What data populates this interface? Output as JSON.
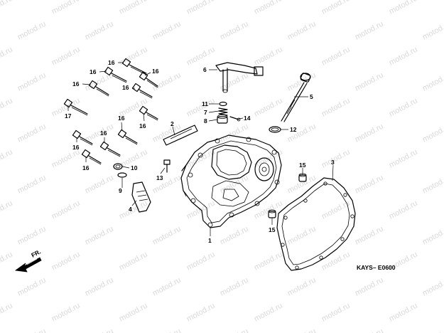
{
  "diagram": {
    "watermark_text": "motod.ru",
    "reference_code": "KAYS– E0600",
    "direction_label": "FR.",
    "callouts": [
      {
        "key": "c16a",
        "text": "16"
      },
      {
        "key": "c16b",
        "text": "16"
      },
      {
        "key": "c16c",
        "text": "16"
      },
      {
        "key": "c16d",
        "text": "16"
      },
      {
        "key": "c16e",
        "text": "16"
      },
      {
        "key": "c16f",
        "text": "16"
      },
      {
        "key": "c16g",
        "text": "16"
      },
      {
        "key": "c16h",
        "text": "16"
      },
      {
        "key": "c16i",
        "text": "16"
      },
      {
        "key": "c16j",
        "text": "16"
      },
      {
        "key": "c17",
        "text": "17"
      },
      {
        "key": "c6",
        "text": "6"
      },
      {
        "key": "c11",
        "text": "11"
      },
      {
        "key": "c7",
        "text": "7"
      },
      {
        "key": "c8",
        "text": "8"
      },
      {
        "key": "c14",
        "text": "14"
      },
      {
        "key": "c5",
        "text": "5"
      },
      {
        "key": "c12",
        "text": "12"
      },
      {
        "key": "c2",
        "text": "2"
      },
      {
        "key": "c3",
        "text": "3"
      },
      {
        "key": "c15a",
        "text": "15"
      },
      {
        "key": "c15b",
        "text": "15"
      },
      {
        "key": "c13",
        "text": "13"
      },
      {
        "key": "c10",
        "text": "10"
      },
      {
        "key": "c9",
        "text": "9"
      },
      {
        "key": "c4",
        "text": "4"
      },
      {
        "key": "c1",
        "text": "1"
      }
    ]
  }
}
